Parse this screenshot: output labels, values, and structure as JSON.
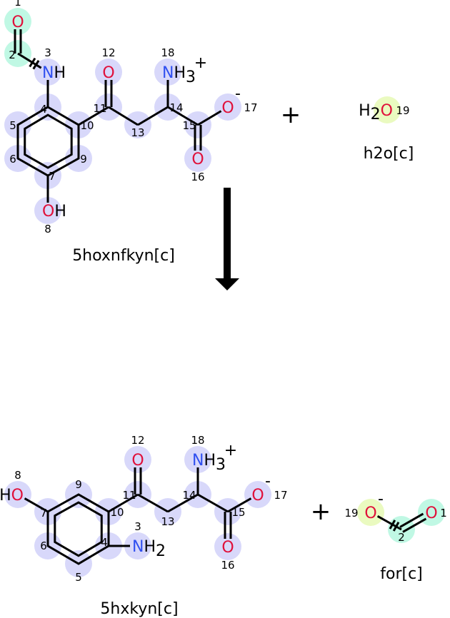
{
  "colors": {
    "oxygen": "#e0103a",
    "nitrogen": "#3050f0",
    "highlight_default": "#d8d8fa",
    "highlight_moved": "#c0f8e4",
    "highlight_water": "#eafac0"
  },
  "reaction": {
    "plus_sign": "+",
    "arrow": "reaction-arrow",
    "reactants": [
      {
        "name": "5hoxnfkyn[c]",
        "atoms": [
          {
            "num": "1",
            "prefix": "",
            "el": "O",
            "suffix": "",
            "charge": ""
          },
          {
            "num": "2",
            "prefix": "",
            "el": "",
            "suffix": "",
            "charge": ""
          },
          {
            "num": "3",
            "prefix": "",
            "el": "N",
            "suffix": "H",
            "charge": ""
          },
          {
            "num": "4",
            "prefix": "",
            "el": "",
            "suffix": "",
            "charge": ""
          },
          {
            "num": "5",
            "prefix": "",
            "el": "",
            "suffix": "",
            "charge": ""
          },
          {
            "num": "6",
            "prefix": "",
            "el": "",
            "suffix": "",
            "charge": ""
          },
          {
            "num": "7",
            "prefix": "",
            "el": "",
            "suffix": "",
            "charge": ""
          },
          {
            "num": "8",
            "prefix": "",
            "el": "O",
            "suffix": "H",
            "charge": ""
          },
          {
            "num": "9",
            "prefix": "",
            "el": "",
            "suffix": "",
            "charge": ""
          },
          {
            "num": "10",
            "prefix": "",
            "el": "",
            "suffix": "",
            "charge": ""
          },
          {
            "num": "11",
            "prefix": "",
            "el": "",
            "suffix": "",
            "charge": ""
          },
          {
            "num": "12",
            "prefix": "",
            "el": "O",
            "suffix": "",
            "charge": ""
          },
          {
            "num": "13",
            "prefix": "",
            "el": "",
            "suffix": "",
            "charge": ""
          },
          {
            "num": "14",
            "prefix": "",
            "el": "",
            "suffix": "",
            "charge": ""
          },
          {
            "num": "15",
            "prefix": "",
            "el": "",
            "suffix": "",
            "charge": ""
          },
          {
            "num": "16",
            "prefix": "",
            "el": "O",
            "suffix": "",
            "charge": ""
          },
          {
            "num": "17",
            "prefix": "",
            "el": "O",
            "suffix": "",
            "charge": "-"
          },
          {
            "num": "18",
            "prefix": "",
            "el": "N",
            "suffix": "H3",
            "charge": "+"
          }
        ]
      },
      {
        "name": "h2o[c]",
        "atoms": [
          {
            "num": "19",
            "prefix": "H2",
            "el": "O",
            "suffix": "",
            "charge": ""
          }
        ]
      }
    ],
    "products": [
      {
        "name": "5hxkyn[c]",
        "atoms": [
          {
            "num": "3",
            "prefix": "",
            "el": "N",
            "suffix": "H2",
            "charge": ""
          },
          {
            "num": "4",
            "prefix": "",
            "el": "",
            "suffix": "",
            "charge": ""
          },
          {
            "num": "5",
            "prefix": "",
            "el": "",
            "suffix": "",
            "charge": ""
          },
          {
            "num": "6",
            "prefix": "",
            "el": "",
            "suffix": "",
            "charge": ""
          },
          {
            "num": "7",
            "prefix": "",
            "el": "",
            "suffix": "",
            "charge": ""
          },
          {
            "num": "8",
            "prefix": "H",
            "el": "O",
            "suffix": "",
            "charge": ""
          },
          {
            "num": "9",
            "prefix": "",
            "el": "",
            "suffix": "",
            "charge": ""
          },
          {
            "num": "10",
            "prefix": "",
            "el": "",
            "suffix": "",
            "charge": ""
          },
          {
            "num": "11",
            "prefix": "",
            "el": "",
            "suffix": "",
            "charge": ""
          },
          {
            "num": "12",
            "prefix": "",
            "el": "O",
            "suffix": "",
            "charge": ""
          },
          {
            "num": "13",
            "prefix": "",
            "el": "",
            "suffix": "",
            "charge": ""
          },
          {
            "num": "14",
            "prefix": "",
            "el": "",
            "suffix": "",
            "charge": ""
          },
          {
            "num": "15",
            "prefix": "",
            "el": "",
            "suffix": "",
            "charge": ""
          },
          {
            "num": "16",
            "prefix": "",
            "el": "O",
            "suffix": "",
            "charge": ""
          },
          {
            "num": "17",
            "prefix": "",
            "el": "O",
            "suffix": "",
            "charge": "-"
          },
          {
            "num": "18",
            "prefix": "",
            "el": "N",
            "suffix": "H3",
            "charge": "+"
          }
        ]
      },
      {
        "name": "for[c]",
        "atoms": [
          {
            "num": "19",
            "prefix": "",
            "el": "O",
            "suffix": "",
            "charge": "-"
          },
          {
            "num": "2",
            "prefix": "",
            "el": "",
            "suffix": "",
            "charge": ""
          },
          {
            "num": "1",
            "prefix": "",
            "el": "O",
            "suffix": "",
            "charge": ""
          }
        ]
      }
    ]
  }
}
